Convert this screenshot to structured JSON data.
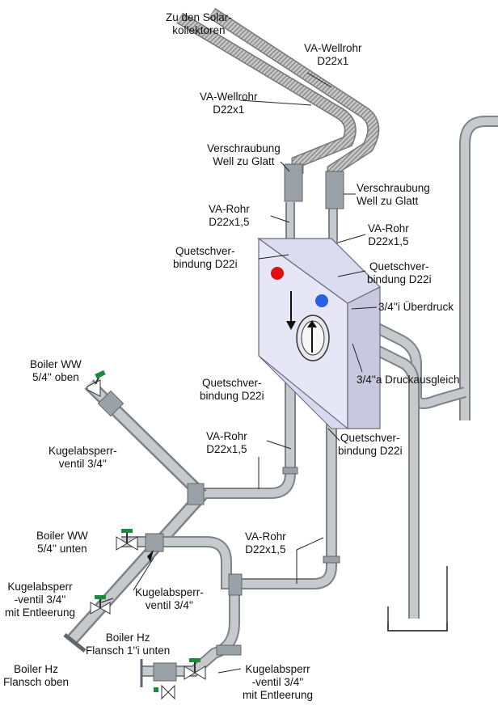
{
  "labels": {
    "solar": "Zu den Solar-\nkollektoren",
    "wellrohr_right": "VA-Wellrohr\nD22x1",
    "wellrohr_left": "VA-Wellrohr\nD22x1",
    "verschraubung_left": "Verschraubung\nWell zu Glatt",
    "verschraubung_right": "Verschraubung\nWell zu Glatt",
    "varohr_top_left": "VA-Rohr\nD22x1,5",
    "varohr_top_right": "VA-Rohr\nD22x1,5",
    "quetsch_top_left": "Quetschver-\nbindung D22i",
    "quetsch_top_right": "Quetschver-\nbindung D22i",
    "ueberdruck": "3/4''i Überdruck",
    "druckausgleich": "3/4''a Druckausgleich",
    "boiler_ww_oben": "Boiler WW\n5/4'' oben",
    "quetsch_mid_left": "Quetschver-\nbindung D22i",
    "quetsch_mid_right": "Quetschver-\nbindung D22i",
    "varohr_mid": "VA-Rohr\nD22x1,5",
    "kugel_top": "Kugelabsperr-\nventil 3/4''",
    "boiler_ww_unten": "Boiler WW\n5/4'' unten",
    "varohr_low": "VA-Rohr\nD22x1,5",
    "kugel_entleerung_left": "Kugelabsperr\n-ventil 3/4''\nmit Entleerung",
    "kugel_mid": "Kugelabsperr-\nventil 3/4''",
    "boiler_hz_unten": "Boiler Hz\nFlansch 1''i unten",
    "boiler_hz_oben": "Boiler Hz\nFlansch oben",
    "kugel_entleerung_right": "Kugelabsperr\n-ventil 3/4''\nmit Entleerung"
  },
  "colors": {
    "pipe": "#b4b8bd",
    "pipe_edge": "#7d8389",
    "corrugated": "#a9a9a9",
    "station_face": "#e6e6f6",
    "station_edge": "#6a6a7a",
    "hot": "#e01010",
    "cold": "#2a5fe0",
    "valve_handle": "#1e8a3c",
    "fitting": "#808a94"
  },
  "icons": [
    "red-dot-hot",
    "blue-dot-cold",
    "flow-arrow-down",
    "pump-icon",
    "ball-valve-icon",
    "drain-valve-icon"
  ]
}
